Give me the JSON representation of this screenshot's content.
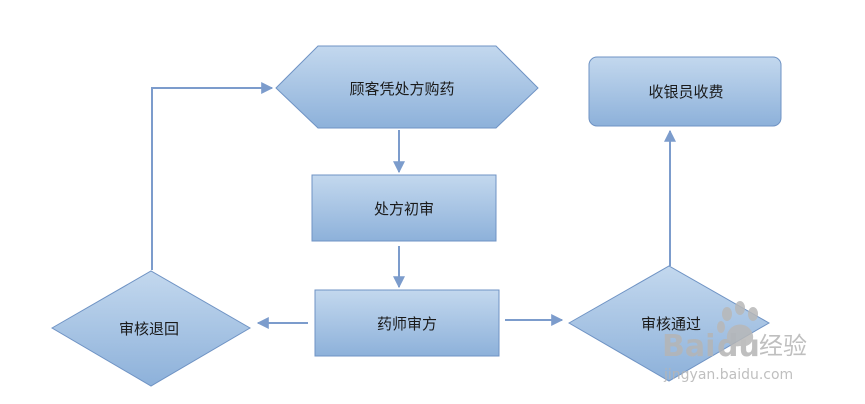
{
  "colors": {
    "node_fill_top": "#bcd3ec",
    "node_fill_bottom": "#8fb3dc",
    "node_stroke": "#6f93c4",
    "arrow": "#7c9ccc",
    "watermark": "#b5b5b5"
  },
  "nodes": {
    "customer": {
      "label": "顾客凭处方购药",
      "shape": "hexagon"
    },
    "initial_review": {
      "label": "处方初审",
      "shape": "rectangle"
    },
    "pharmacist_review": {
      "label": "药师审方",
      "shape": "rectangle"
    },
    "rejected": {
      "label": "审核退回",
      "shape": "diamond"
    },
    "approved": {
      "label": "审核通过",
      "shape": "diamond"
    },
    "cashier": {
      "label": "收银员收费",
      "shape": "rounded-rectangle"
    }
  },
  "edges": [
    {
      "from": "customer",
      "to": "initial_review"
    },
    {
      "from": "initial_review",
      "to": "pharmacist_review"
    },
    {
      "from": "pharmacist_review",
      "to": "rejected"
    },
    {
      "from": "pharmacist_review",
      "to": "approved"
    },
    {
      "from": "rejected",
      "to": "customer"
    },
    {
      "from": "approved",
      "to": "cashier"
    }
  ],
  "watermark": {
    "brand": "Bai",
    "brand_suffix": "du",
    "cn_text": "经验",
    "url": "jingyan.baidu.com"
  }
}
